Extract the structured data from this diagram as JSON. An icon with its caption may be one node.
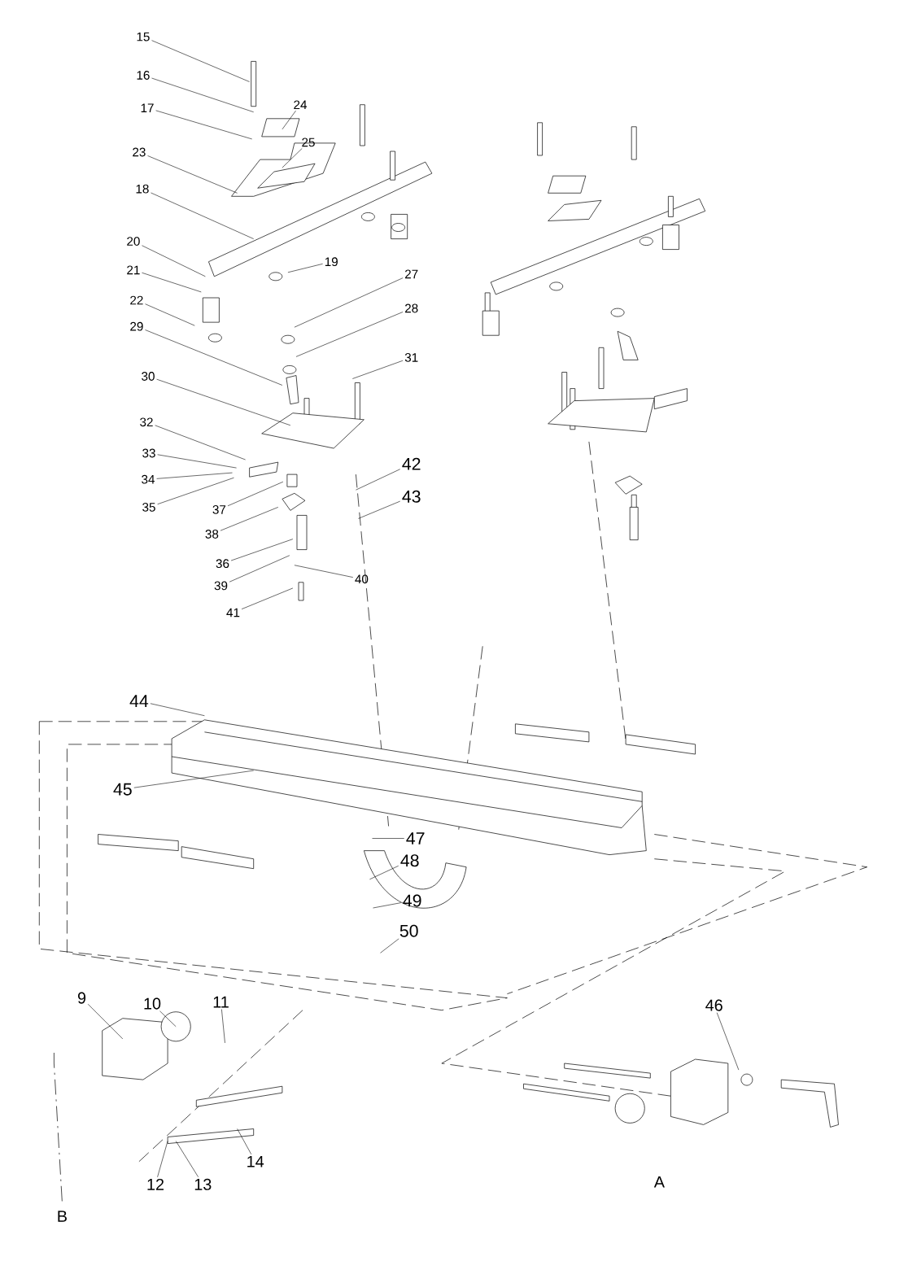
{
  "diagram": {
    "nodes": [
      {
        "text": [
          "15"
        ]
      },
      {
        "text": [
          "16"
        ]
      },
      {
        "text": [
          "17"
        ]
      },
      {
        "text": [
          "24"
        ]
      },
      {
        "text": [
          "25"
        ]
      },
      {
        "text": [
          "23"
        ]
      },
      {
        "text": [
          "18"
        ]
      },
      {
        "text": [
          "20"
        ]
      },
      {
        "text": [
          "19"
        ]
      },
      {
        "text": [
          "21"
        ]
      },
      {
        "text": [
          "22"
        ]
      },
      {
        "text": [
          "27"
        ]
      },
      {
        "text": [
          "28"
        ]
      },
      {
        "text": [
          "29"
        ]
      },
      {
        "text": [
          "31"
        ]
      },
      {
        "text": [
          "30"
        ]
      },
      {
        "text": [
          "32"
        ]
      },
      {
        "text": [
          "33"
        ]
      },
      {
        "text": [
          "34"
        ]
      },
      {
        "text": [
          "35"
        ]
      },
      {
        "text": [
          "37"
        ]
      },
      {
        "text": [
          "42"
        ]
      },
      {
        "text": [
          "43"
        ]
      },
      {
        "text": [
          "38"
        ]
      },
      {
        "text": [
          "36"
        ]
      },
      {
        "text": [
          "39"
        ]
      },
      {
        "text": [
          "40"
        ]
      },
      {
        "text": [
          "41"
        ]
      },
      {
        "text": [
          "44"
        ]
      },
      {
        "text": [
          "45"
        ]
      },
      {
        "text": [
          "47"
        ]
      },
      {
        "text": [
          "48"
        ]
      },
      {
        "text": [
          "49"
        ]
      },
      {
        "text": [
          "50"
        ]
      },
      {
        "text": [
          "9"
        ]
      },
      {
        "text": [
          "10"
        ]
      },
      {
        "text": [
          "11"
        ]
      },
      {
        "text": [
          "46"
        ]
      },
      {
        "text": [
          "14"
        ]
      },
      {
        "text": [
          "12"
        ]
      },
      {
        "text": [
          "13"
        ]
      }
    ],
    "edges": [
      {
        "from": 0,
        "to": null,
        "arrow": "none"
      },
      {
        "from": 1,
        "to": null,
        "arrow": "none"
      },
      {
        "from": 2,
        "to": null,
        "arrow": "none"
      },
      {
        "from": 3,
        "to": null,
        "arrow": "none"
      },
      {
        "from": 4,
        "to": null,
        "arrow": "none"
      },
      {
        "from": 5,
        "to": null,
        "arrow": "none"
      },
      {
        "from": 6,
        "to": null,
        "arrow": "none"
      },
      {
        "from": 7,
        "to": null,
        "arrow": "none"
      },
      {
        "from": 8,
        "to": null,
        "arrow": "none"
      },
      {
        "from": 9,
        "to": null,
        "arrow": "none"
      },
      {
        "from": 10,
        "to": null,
        "arrow": "none"
      },
      {
        "from": 11,
        "to": null,
        "arrow": "none"
      },
      {
        "from": 12,
        "to": null,
        "arrow": "none"
      },
      {
        "from": 13,
        "to": null,
        "arrow": "none"
      },
      {
        "from": 14,
        "to": null,
        "arrow": "none"
      },
      {
        "from": 15,
        "to": null,
        "arrow": "none"
      },
      {
        "from": 16,
        "to": null,
        "arrow": "none"
      },
      {
        "from": 17,
        "to": null,
        "arrow": "none"
      },
      {
        "from": 18,
        "to": null,
        "arrow": "none"
      },
      {
        "from": 19,
        "to": null,
        "arrow": "none"
      },
      {
        "from": 20,
        "to": null,
        "arrow": "none"
      },
      {
        "from": 21,
        "to": null,
        "arrow": "none"
      },
      {
        "from": 22,
        "to": null,
        "arrow": "none"
      },
      {
        "from": 23,
        "to": null,
        "arrow": "none"
      },
      {
        "from": 24,
        "to": null,
        "arrow": "none"
      },
      {
        "from": 25,
        "to": null,
        "arrow": "none"
      },
      {
        "from": 26,
        "to": null,
        "arrow": "none"
      },
      {
        "from": 27,
        "to": null,
        "arrow": "none"
      },
      {
        "from": 28,
        "to": null,
        "arrow": "none"
      },
      {
        "from": 29,
        "to": null,
        "arrow": "none"
      },
      {
        "from": 30,
        "to": null,
        "arrow": "none"
      },
      {
        "from": 31,
        "to": null,
        "arrow": "none"
      },
      {
        "from": 32,
        "to": null,
        "arrow": "none"
      },
      {
        "from": 33,
        "to": null,
        "arrow": "none"
      },
      {
        "from": 34,
        "to": null,
        "arrow": "none"
      },
      {
        "from": 35,
        "to": null,
        "arrow": "none"
      },
      {
        "from": 36,
        "to": null,
        "arrow": "none"
      },
      {
        "from": 37,
        "to": null,
        "arrow": "none"
      },
      {
        "from": 38,
        "to": null,
        "arrow": "none"
      },
      {
        "from": 39,
        "to": null,
        "arrow": "none"
      },
      {
        "from": 40,
        "to": null,
        "arrow": "none"
      }
    ],
    "labels": [
      "A",
      "B"
    ]
  }
}
